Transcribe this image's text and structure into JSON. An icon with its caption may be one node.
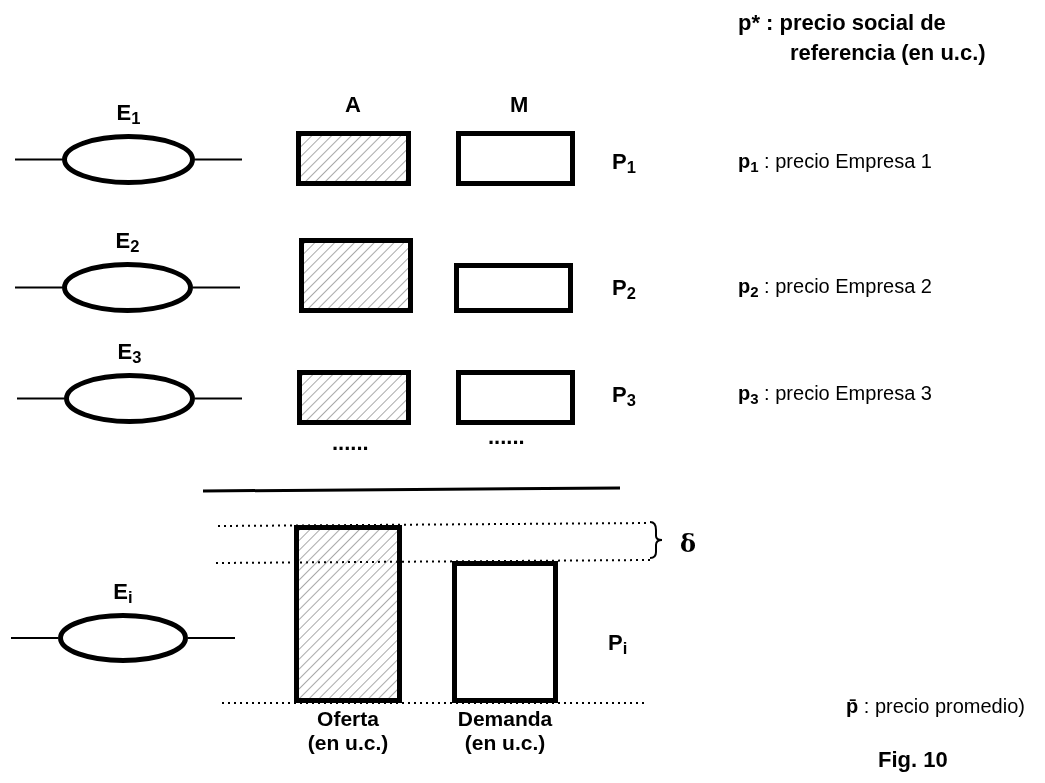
{
  "diagram": {
    "nodes": [
      {
        "text": [
          "E$_{1}$"
        ]
      },
      {
        "text": [],
        "shape": "box"
      },
      {
        "text": [],
        "shape": "box"
      },
      {
        "text": [
          "E$_{2}$"
        ]
      },
      {
        "text": [],
        "shape": "box"
      },
      {
        "text": [],
        "shape": "box"
      },
      {
        "text": [
          "E$_{3}$"
        ]
      },
      {
        "text": [],
        "shape": "box"
      },
      {
        "text": [],
        "shape": "box"
      },
      {
        "text": [
          "E$_{i}$"
        ]
      },
      {
        "text": [
          "Oferta (en u.c.)"
        ]
      },
      {
        "text": [
          "Demanda (en u.c.)"
        ]
      }
    ],
    "edges": [
      {
        "from": null,
        "to": 0,
        "arrow": "none"
      },
      {
        "from": 0,
        "to": null,
        "arrow": "none"
      },
      {
        "from": null,
        "to": 3,
        "arrow": "none"
      },
      {
        "from": 3,
        "to": null,
        "arrow": "none"
      },
      {
        "from": null,
        "to": 6,
        "arrow": "none"
      },
      {
        "from": 6,
        "to": null,
        "arrow": "none"
      },
      {
        "from": null,
        "to": 9,
        "arrow": "none"
      },
      {
        "from": 9,
        "to": null,
        "arrow": "none"
      }
    ],
    "labels": [
      "p* : precio social de referencia (en u.c.)",
      "A",
      "M",
      "P$_{1}$",
      "**p$_{1}$** : precio Empresa 1",
      "P$_{2}$",
      "**p$_{2}$** : precio Empresa 2",
      "P$_{3}$",
      "**p$_{3}$** : precio Empresa 3",
      "......",
      "......",
      "δ",
      "P$_{i}$",
      "**p̄** : precio promedio)",
      "Fig. 10"
    ]
  }
}
